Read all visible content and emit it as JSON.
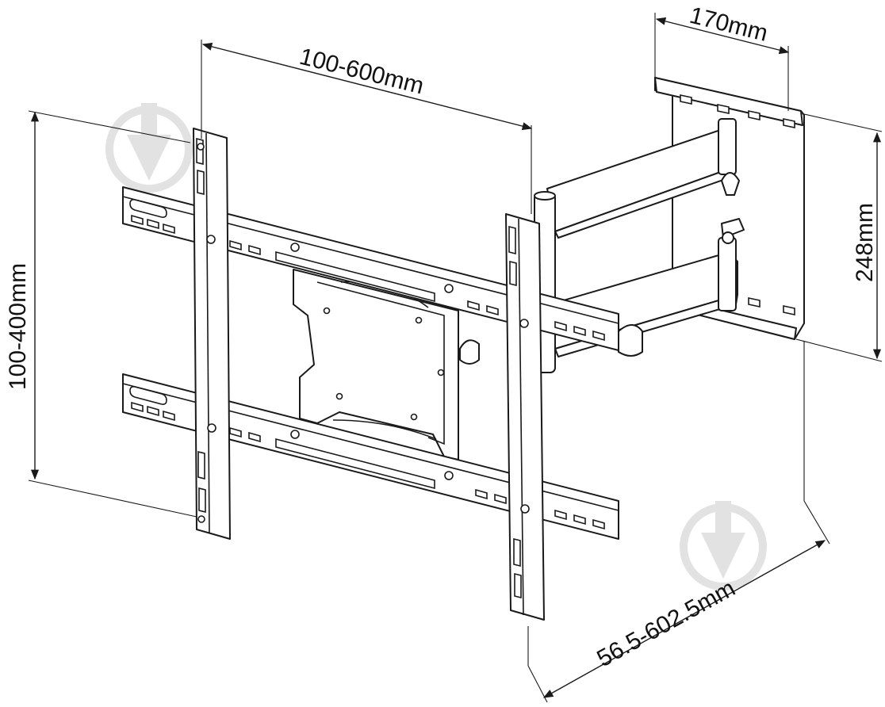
{
  "diagram": {
    "labels": {
      "vesa_width": "100-600mm",
      "vesa_height": "100-400mm",
      "plate_width": "170mm",
      "plate_height": "248mm",
      "extension": "56.5-602.5mm"
    }
  }
}
